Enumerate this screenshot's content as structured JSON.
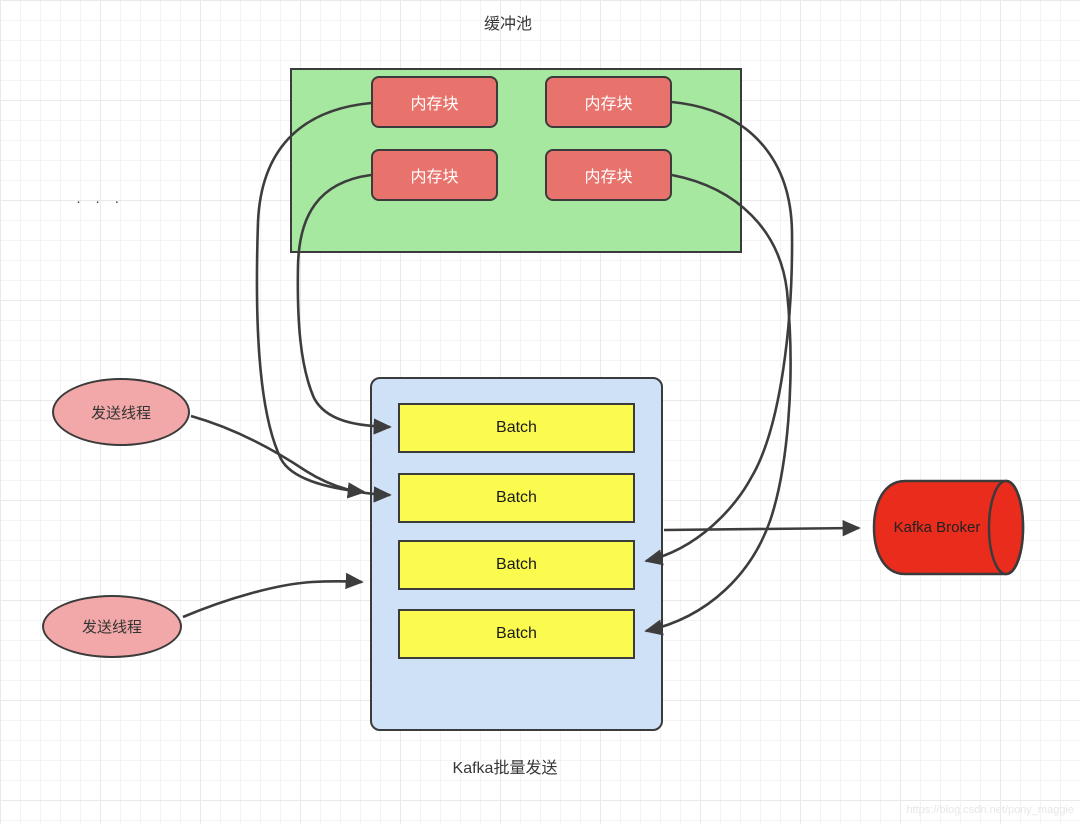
{
  "title": "缓冲池",
  "ellipsis": "· · ·",
  "buffer_pool": {
    "memory_blocks": [
      {
        "label": "内存块"
      },
      {
        "label": "内存块"
      },
      {
        "label": "内存块"
      },
      {
        "label": "内存块"
      }
    ]
  },
  "batch_container": {
    "label": "Kafka批量发送",
    "batches": [
      {
        "label": "Batch"
      },
      {
        "label": "Batch"
      },
      {
        "label": "Batch"
      },
      {
        "label": "Batch"
      }
    ]
  },
  "send_threads": [
    {
      "label": "发送线程"
    },
    {
      "label": "发送线程"
    }
  ],
  "broker": {
    "label": "Kafka Broker"
  },
  "watermark": "https://blog.csdn.net/pony_maggie",
  "colors": {
    "pool_fill": "#a6e8a0",
    "memory_block_fill": "#e8736d",
    "batch_container_fill": "#cfe1f7",
    "batch_fill": "#fbfb4f",
    "thread_fill": "#f2a8a8",
    "broker_fill": "#ea2c1d",
    "outline": "#3b3b3b",
    "arrow": "#3d3d3d"
  },
  "connections": [
    {
      "from": "memory-block-top-left",
      "to": "batch-2"
    },
    {
      "from": "memory-block-bottom-left",
      "to": "batch-1"
    },
    {
      "from": "memory-block-top-right",
      "to": "batch-3"
    },
    {
      "from": "memory-block-bottom-right",
      "to": "batch-4"
    },
    {
      "from": "send-thread-1",
      "to": "batch-2"
    },
    {
      "from": "send-thread-2",
      "to": "batch-container"
    },
    {
      "from": "batch-container",
      "to": "kafka-broker"
    }
  ]
}
